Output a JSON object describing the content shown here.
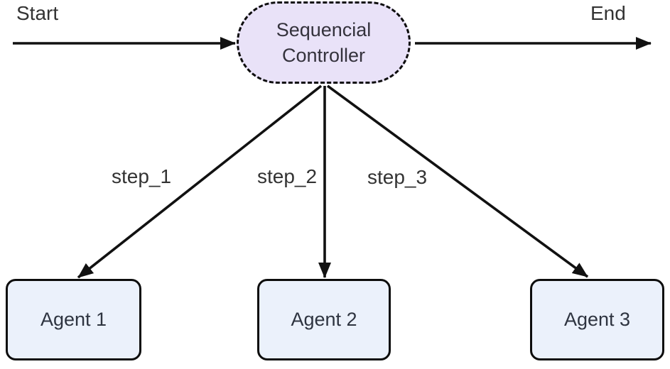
{
  "diagram": {
    "type": "flowchart",
    "start_label": "Start",
    "end_label": "End",
    "controller": {
      "label": "Sequencial Controller",
      "shape": "dashed-stadium"
    },
    "edges": [
      {
        "from": "Sequencial Controller",
        "to": "Agent 1",
        "label": "step_1"
      },
      {
        "from": "Sequencial Controller",
        "to": "Agent 2",
        "label": "step_2"
      },
      {
        "from": "Sequencial Controller",
        "to": "Agent 3",
        "label": "step_3"
      }
    ],
    "agents": [
      {
        "label": "Agent 1"
      },
      {
        "label": "Agent 2"
      },
      {
        "label": "Agent 3"
      }
    ],
    "colors": {
      "controller_fill": "#e9e2f8",
      "agent_fill": "#ebf1fb",
      "stroke": "#111111",
      "text": "#333333",
      "background": "#ffffff"
    }
  }
}
